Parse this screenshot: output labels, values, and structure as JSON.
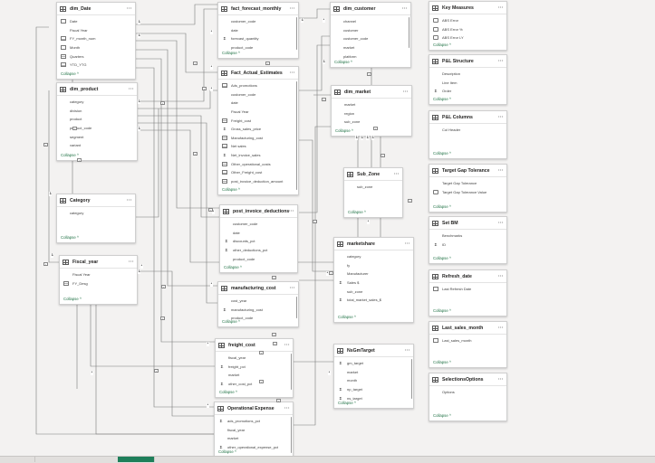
{
  "colors": {
    "accent": "#217346",
    "line": "#7a7a7a",
    "card_border": "#cfcfcf",
    "tab_active": "#1e7f5a"
  },
  "collapse_label": "Collapse",
  "tables": [
    {
      "id": "dim-date",
      "title": "dim_Date",
      "fields": [
        {
          "name": "Date",
          "icon": "calendar-icon"
        },
        {
          "name": "Fiscal Year",
          "icon": ""
        },
        {
          "name": "FY_month_num",
          "icon": "calc-column-icon"
        },
        {
          "name": "Month",
          "icon": "calendar-icon"
        },
        {
          "name": "Quarters",
          "icon": "calc-column-icon"
        },
        {
          "name": "YTD_YTG",
          "icon": "calc-column-icon"
        }
      ]
    },
    {
      "id": "dim-product",
      "title": "dim_product",
      "fields": [
        {
          "name": "category",
          "icon": ""
        },
        {
          "name": "division",
          "icon": ""
        },
        {
          "name": "product",
          "icon": ""
        },
        {
          "name": "product_code",
          "icon": ""
        },
        {
          "name": "segment",
          "icon": ""
        },
        {
          "name": "variant",
          "icon": ""
        }
      ]
    },
    {
      "id": "category",
      "title": "Category",
      "fields": [
        {
          "name": "category",
          "icon": ""
        }
      ]
    },
    {
      "id": "fiscal-year",
      "title": "Fiscal_year",
      "fields": [
        {
          "name": "Fiscal Year",
          "icon": ""
        },
        {
          "name": "FY_Desg",
          "icon": "calc-column-icon"
        }
      ]
    },
    {
      "id": "fact-forecast-monthly",
      "title": "fact_forecast_monthly",
      "fields": [
        {
          "name": "customer_code",
          "icon": ""
        },
        {
          "name": "date",
          "icon": ""
        },
        {
          "name": "forecast_quantity",
          "icon": "sigma-icon"
        },
        {
          "name": "product_code",
          "icon": ""
        }
      ]
    },
    {
      "id": "fact-actual-estimates",
      "title": "Fact_Actual_Estimates",
      "fields": [
        {
          "name": "Ads_promotions",
          "icon": "calc-column-icon"
        },
        {
          "name": "customer_code",
          "icon": ""
        },
        {
          "name": "date",
          "icon": ""
        },
        {
          "name": "Fiscal Year",
          "icon": ""
        },
        {
          "name": "Freight_cost",
          "icon": "calc-column-icon"
        },
        {
          "name": "Gross_sales_price",
          "icon": "sigma-icon"
        },
        {
          "name": "Manufacturing_cost",
          "icon": "calc-column-icon"
        },
        {
          "name": "Net sales",
          "icon": "calc-column-icon"
        },
        {
          "name": "Net_invoice_sales",
          "icon": "sigma-icon"
        },
        {
          "name": "Other_operational_costs",
          "icon": "calc-column-icon"
        },
        {
          "name": "Other_Freight_cost",
          "icon": "calc-column-icon"
        },
        {
          "name": "post_invoice_deduction_amount",
          "icon": "calc-column-icon"
        }
      ]
    },
    {
      "id": "post-invoice-deductions",
      "title": "post_invoice_deductions",
      "fields": [
        {
          "name": "customer_code",
          "icon": ""
        },
        {
          "name": "date",
          "icon": ""
        },
        {
          "name": "discounts_pct",
          "icon": "sigma-icon"
        },
        {
          "name": "other_deductions_pct",
          "icon": "sigma-icon"
        },
        {
          "name": "product_code",
          "icon": ""
        }
      ]
    },
    {
      "id": "manufacturing-cost",
      "title": "manufacturing_cost",
      "fields": [
        {
          "name": "cost_year",
          "icon": ""
        },
        {
          "name": "manufacturing_cost",
          "icon": "sigma-icon"
        },
        {
          "name": "product_code",
          "icon": ""
        }
      ]
    },
    {
      "id": "freight-cost",
      "title": "freight_cost",
      "fields": [
        {
          "name": "fiscal_year",
          "icon": ""
        },
        {
          "name": "freight_pct",
          "icon": "sigma-icon"
        },
        {
          "name": "market",
          "icon": ""
        },
        {
          "name": "other_cost_pct",
          "icon": "sigma-icon"
        }
      ]
    },
    {
      "id": "operational-expense",
      "title": "Operational Expense",
      "fields": [
        {
          "name": "ads_promotions_pct",
          "icon": "sigma-icon"
        },
        {
          "name": "fiscal_year",
          "icon": ""
        },
        {
          "name": "market",
          "icon": ""
        },
        {
          "name": "other_operational_expense_pct",
          "icon": "sigma-icon"
        }
      ]
    },
    {
      "id": "dim-customer",
      "title": "dim_customer",
      "fields": [
        {
          "name": "channel",
          "icon": ""
        },
        {
          "name": "customer",
          "icon": ""
        },
        {
          "name": "customer_code",
          "icon": ""
        },
        {
          "name": "market",
          "icon": ""
        },
        {
          "name": "platform",
          "icon": ""
        }
      ]
    },
    {
      "id": "dim-market",
      "title": "dim_market",
      "fields": [
        {
          "name": "market",
          "icon": ""
        },
        {
          "name": "region",
          "icon": ""
        },
        {
          "name": "sub_zone",
          "icon": ""
        }
      ]
    },
    {
      "id": "sub-zone",
      "title": "Sub_Zone",
      "fields": [
        {
          "name": "sub_zone",
          "icon": ""
        }
      ]
    },
    {
      "id": "marketshare",
      "title": "marketshare",
      "fields": [
        {
          "name": "category",
          "icon": ""
        },
        {
          "name": "fy",
          "icon": ""
        },
        {
          "name": "Manufacturer",
          "icon": ""
        },
        {
          "name": "Sales $",
          "icon": "sigma-icon"
        },
        {
          "name": "sub_zone",
          "icon": ""
        },
        {
          "name": "total_market_sales_$",
          "icon": "sigma-icon"
        }
      ]
    },
    {
      "id": "nsgm-target",
      "title": "NsGmTarget",
      "fields": [
        {
          "name": "gm_target",
          "icon": "sigma-icon"
        },
        {
          "name": "market",
          "icon": ""
        },
        {
          "name": "month",
          "icon": ""
        },
        {
          "name": "np_target",
          "icon": "sigma-icon"
        },
        {
          "name": "ns_target",
          "icon": "sigma-icon"
        }
      ]
    },
    {
      "id": "key-measures",
      "title": "Key Measures",
      "fields": [
        {
          "name": "ABS Error",
          "icon": "measure-icon"
        },
        {
          "name": "ABS Error % ",
          "icon": "measure-icon"
        },
        {
          "name": "ABS Error LY",
          "icon": "measure-icon"
        }
      ]
    },
    {
      "id": "pl-structure",
      "title": "P&L Structure",
      "fields": [
        {
          "name": "Description",
          "icon": ""
        },
        {
          "name": "Line Item",
          "icon": ""
        },
        {
          "name": "Order",
          "icon": "sigma-icon"
        }
      ]
    },
    {
      "id": "pl-columns",
      "title": "P&L Columns",
      "fields": [
        {
          "name": "Col Header",
          "icon": ""
        }
      ]
    },
    {
      "id": "target-gap-tolerance",
      "title": "Target Gap Tolerance",
      "fields": [
        {
          "name": "Target Gap Tolerance",
          "icon": ""
        },
        {
          "name": "Target Gap Tolerance Value",
          "icon": "measure-icon"
        }
      ]
    },
    {
      "id": "set-bm",
      "title": "Set BM",
      "fields": [
        {
          "name": "Benchmarks",
          "icon": ""
        },
        {
          "name": "ID",
          "icon": "sigma-icon"
        }
      ]
    },
    {
      "id": "refresh-date",
      "title": "Refresh_date",
      "fields": [
        {
          "name": "Last Refresh Date",
          "icon": "calendar-icon"
        }
      ]
    },
    {
      "id": "last-sales-month",
      "title": "Last_sales_month",
      "fields": [
        {
          "name": "Last_sales_month",
          "icon": "calendar-icon"
        }
      ]
    },
    {
      "id": "selections-options",
      "title": "SelectionsOptions",
      "fields": [
        {
          "name": "Options",
          "icon": ""
        }
      ]
    }
  ]
}
